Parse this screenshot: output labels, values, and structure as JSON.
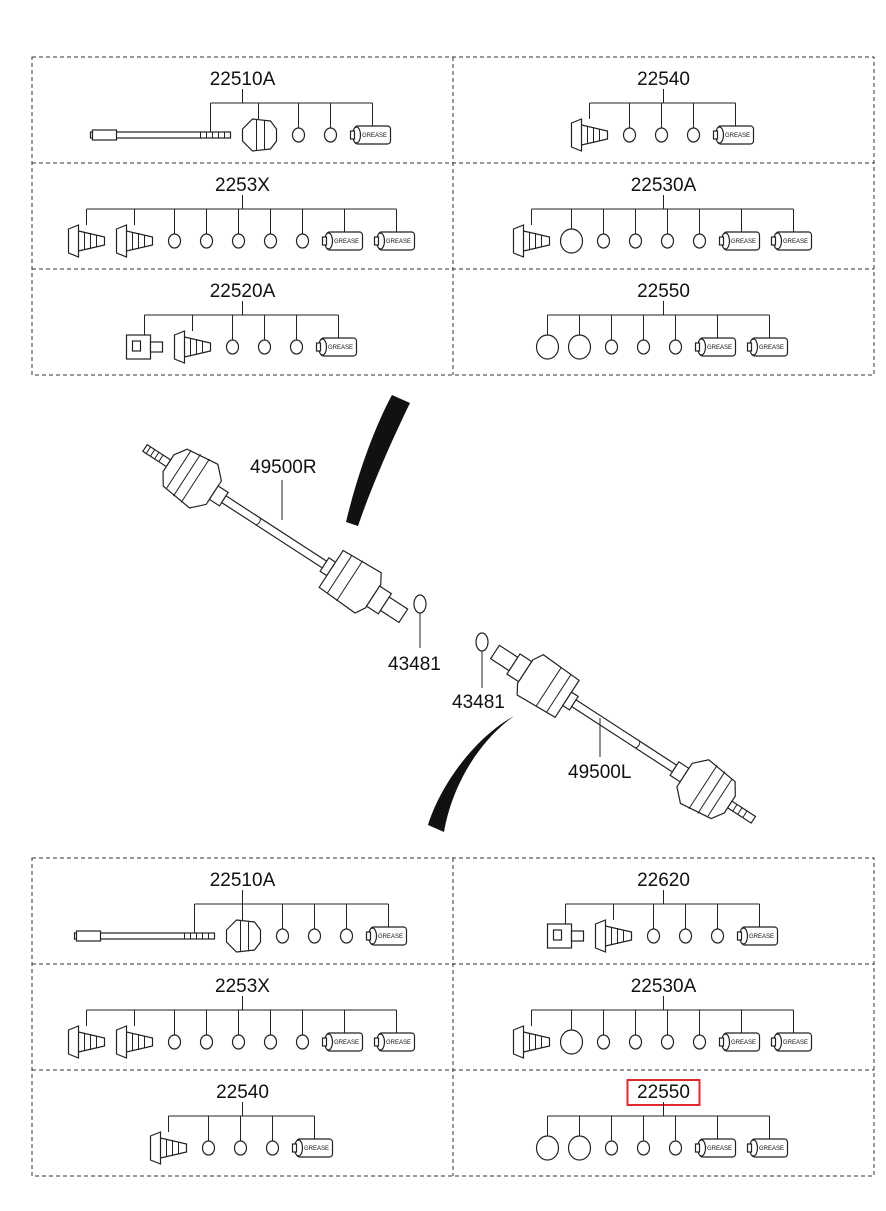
{
  "kits": [
    {
      "label": "22510A",
      "highlight": false,
      "parts": [
        "shaft",
        "gear",
        "ring",
        "ring",
        "cup"
      ]
    },
    {
      "label": "22540",
      "highlight": false,
      "parts": [
        "boot",
        "ring",
        "ring",
        "ring",
        "cup"
      ]
    },
    {
      "label": "2253X",
      "highlight": false,
      "parts": [
        "boot",
        "boot",
        "ring",
        "ring",
        "ring",
        "ring",
        "ring",
        "cup",
        "cup"
      ]
    },
    {
      "label": "22530A",
      "highlight": false,
      "parts": [
        "boot",
        "ring",
        "ring",
        "ring",
        "ring",
        "ring",
        "cup",
        "cup"
      ]
    },
    {
      "label": "22520A",
      "highlight": false,
      "parts": [
        "joint",
        "boot",
        "ring",
        "ring",
        "ring",
        "cup"
      ]
    },
    {
      "label": "22550",
      "highlight": false,
      "parts": [
        "ring",
        "ring",
        "ring",
        "ring",
        "ring",
        "cup",
        "cup"
      ]
    },
    {
      "label": "22510A",
      "highlight": false,
      "parts": [
        "shaft",
        "gear",
        "ring",
        "ring",
        "ring",
        "cup"
      ]
    },
    {
      "label": "22620",
      "highlight": false,
      "parts": [
        "joint",
        "boot",
        "ring",
        "ring",
        "ring",
        "cup"
      ]
    },
    {
      "label": "2253X",
      "highlight": false,
      "parts": [
        "boot",
        "boot",
        "ring",
        "ring",
        "ring",
        "ring",
        "ring",
        "cup",
        "cup"
      ]
    },
    {
      "label": "22530A",
      "highlight": false,
      "parts": [
        "boot",
        "ring",
        "ring",
        "ring",
        "ring",
        "ring",
        "cup",
        "cup"
      ]
    },
    {
      "label": "22540",
      "highlight": false,
      "parts": [
        "boot",
        "ring",
        "ring",
        "ring",
        "cup"
      ]
    },
    {
      "label": "22550",
      "highlight": true,
      "parts": [
        "ring",
        "ring",
        "ring",
        "ring",
        "ring",
        "cup",
        "cup"
      ]
    }
  ],
  "center": {
    "shaft_right_label": "49500R",
    "clip_right_label": "43481",
    "clip_left_label": "43481",
    "shaft_left_label": "49500L"
  },
  "grease_text": "GREASE",
  "highlight_color": "#e0292e"
}
